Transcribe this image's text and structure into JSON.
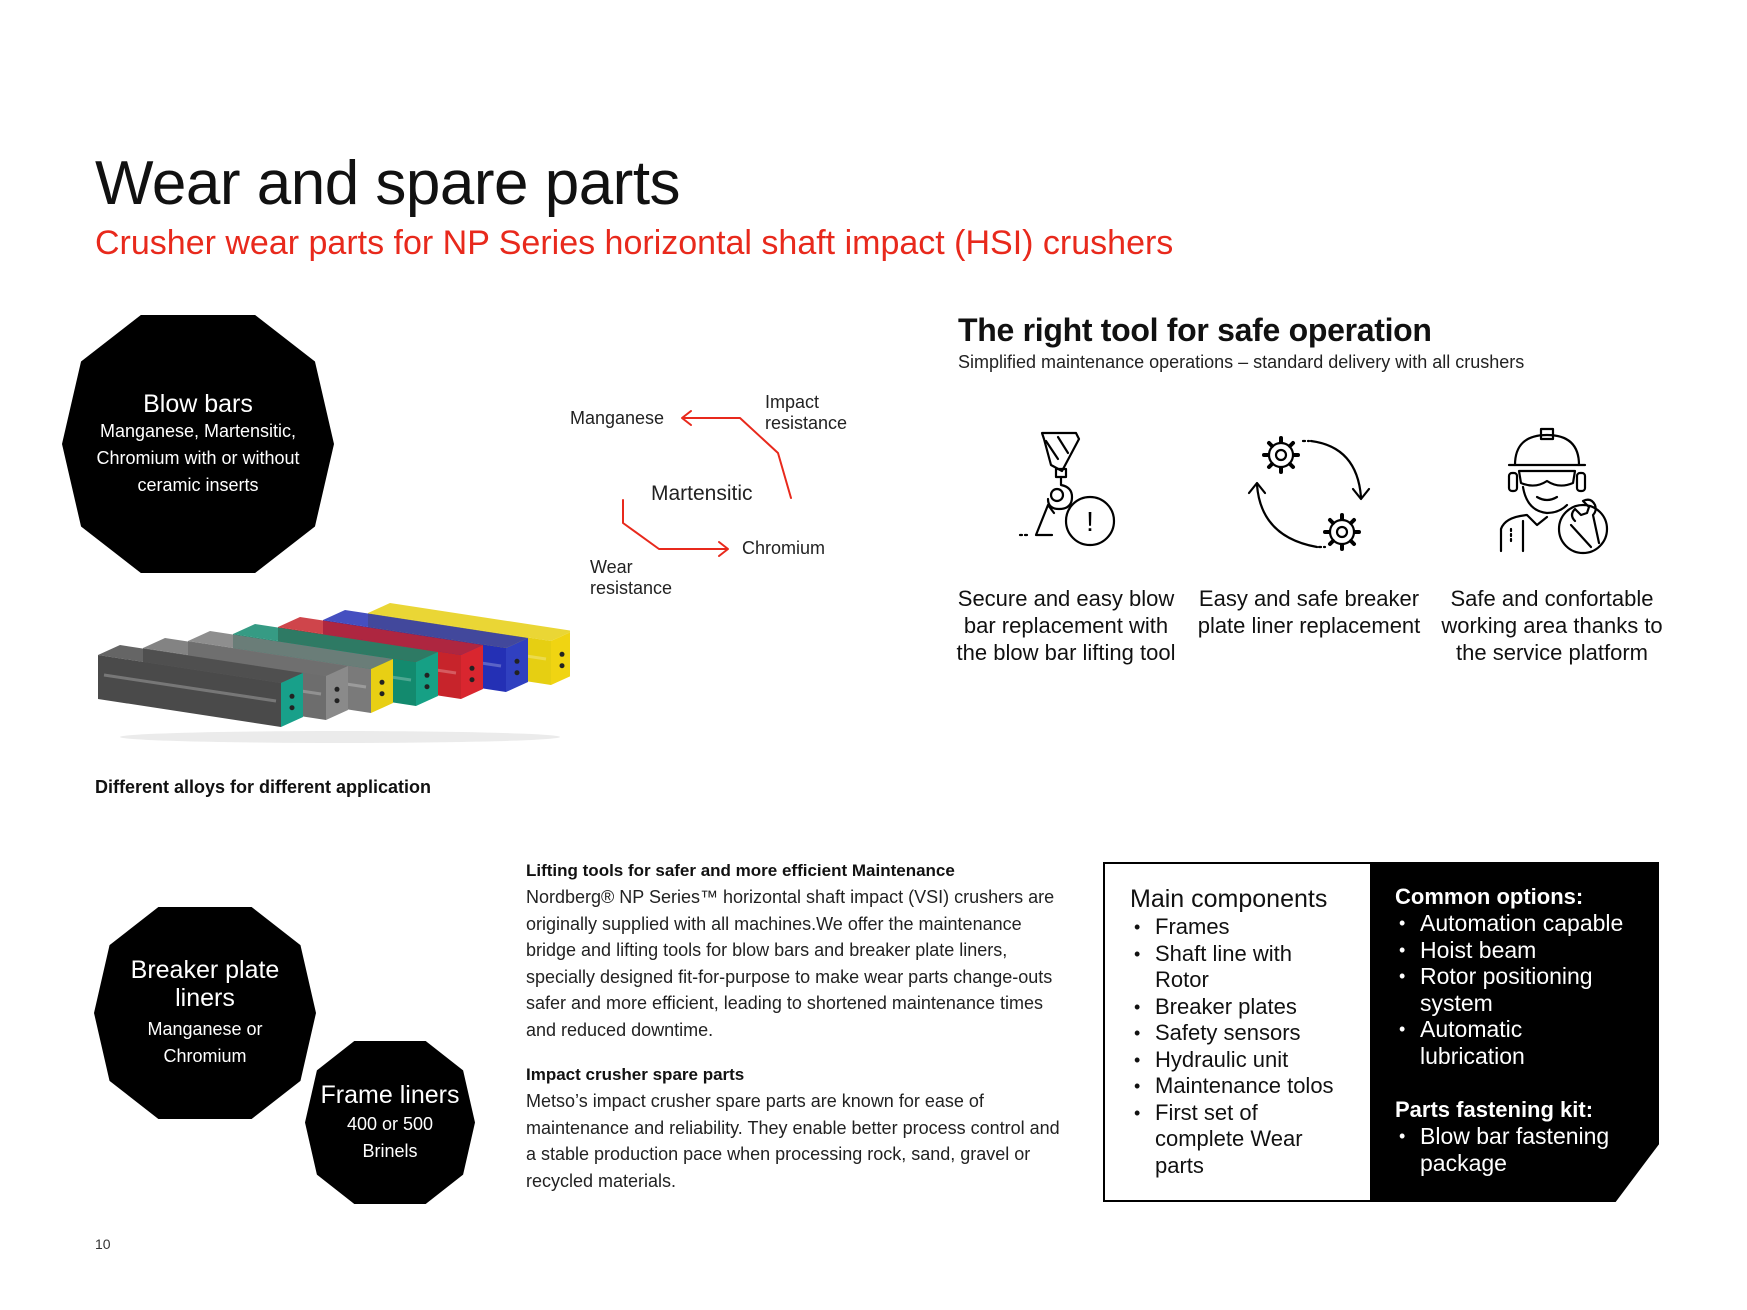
{
  "header": {
    "title": "Wear and spare parts",
    "subtitle": "Crusher wear parts for NP Series horizontal shaft impact (HSI) crushers"
  },
  "badges": {
    "blow_bars": {
      "title": "Blow bars",
      "subtitle": "Manganese, Martensitic, Chromium with or without ceramic inserts"
    },
    "breaker_plate": {
      "title": "Breaker plate liners",
      "subtitle": "Manganese or Chromium"
    },
    "frame_liners": {
      "title": "Frame liners",
      "subtitle": "400 or 500 Brinels"
    }
  },
  "alloy_diagram": {
    "manganese": "Manganese",
    "impact_resistance": "Impact resistance",
    "martensitic": "Martensitic",
    "wear_resistance": "Wear resistance",
    "chromium": "Chromium",
    "arrow_color": "#e8291c"
  },
  "blow_bars_image": {
    "bar_colors": [
      "#4a4a4a",
      "#6d6d6d",
      "#7a7a7a",
      "#138a6e",
      "#c7242b",
      "#2430b5",
      "#e6cf12"
    ],
    "end_colors": [
      "#18a08a",
      "#8a8a8a",
      "#e8cf14",
      "#16a085",
      "#d9262f",
      "#3040c0",
      "#f0d412"
    ]
  },
  "alloys_caption": "Different alloys for different application",
  "tool_section": {
    "heading": "The right tool for safe operation",
    "subheading": "Simplified maintenance operations – standard delivery with all crushers",
    "items": [
      {
        "icon": "crane-hook-warning-icon",
        "text": "Secure and easy blow bar replacement with the blow bar lifting tool"
      },
      {
        "icon": "gears-cycle-icon",
        "text": "Easy and safe breaker plate liner replacement"
      },
      {
        "icon": "worker-wrench-icon",
        "text": "Safe and confortable working area thanks to the service platform"
      }
    ]
  },
  "body": {
    "lifting": {
      "heading": "Lifting tools for safer and more efficient Maintenance",
      "text": "Nordberg® NP Series™ horizontal shaft impact (VSI) crushers are originally supplied with all machines.We offer the maintenance bridge and lifting tools for blow bars and breaker plate liners, specially designed fit-for-purpose to make wear parts change-outs safer and more efficient, leading to shortened maintenance times and reduced downtime."
    },
    "spare": {
      "heading": "Impact crusher spare parts",
      "text": "Metso’s impact crusher spare parts are known for ease of maintenance and reliability. They enable better process control and a stable production pace when processing rock, sand, gravel or recycled materials."
    }
  },
  "components": {
    "main_title": "Main components",
    "main_items": [
      "Frames",
      "Shaft line with Rotor",
      "Breaker plates",
      "Safety sensors",
      "Hydraulic unit",
      "Maintenance tolos",
      "First set of complete Wear parts"
    ],
    "common_title": "Common options:",
    "common_items": [
      "Automation capable",
      "Hoist beam",
      "Rotor positioning system",
      "Automatic lubrication"
    ],
    "kit_title": "Parts fastening kit:",
    "kit_items": [
      "Blow bar fastening package"
    ]
  },
  "page_number": "10"
}
